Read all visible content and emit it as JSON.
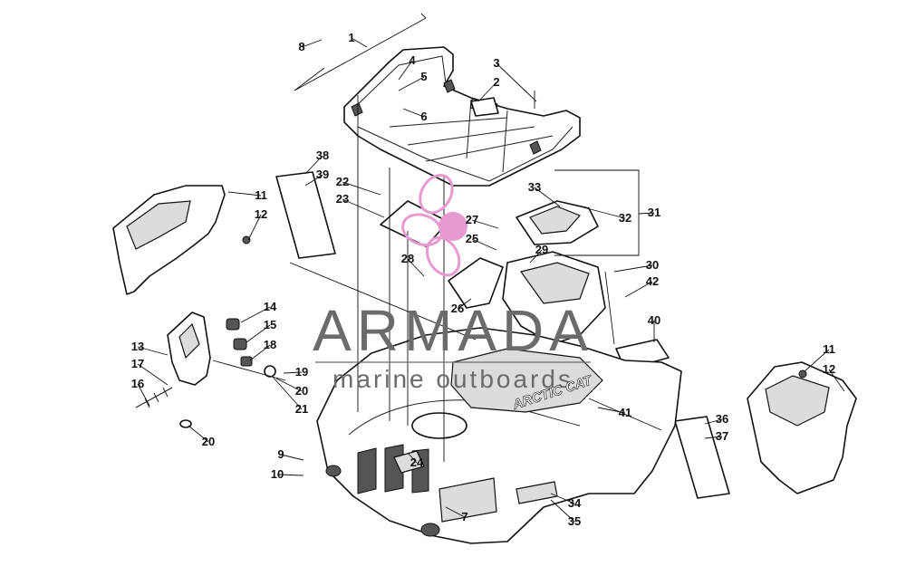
{
  "callouts": [
    {
      "n": "1"
    },
    {
      "n": "2"
    },
    {
      "n": "3"
    },
    {
      "n": "4"
    },
    {
      "n": "5"
    },
    {
      "n": "6"
    },
    {
      "n": "7"
    },
    {
      "n": "8"
    },
    {
      "n": "9"
    },
    {
      "n": "10"
    },
    {
      "n": "11"
    },
    {
      "n": "12"
    },
    {
      "n": "13"
    },
    {
      "n": "14"
    },
    {
      "n": "15"
    },
    {
      "n": "16"
    },
    {
      "n": "17"
    },
    {
      "n": "18"
    },
    {
      "n": "19"
    },
    {
      "n": "20"
    },
    {
      "n": "21"
    },
    {
      "n": "22"
    },
    {
      "n": "23"
    },
    {
      "n": "24"
    },
    {
      "n": "25"
    },
    {
      "n": "26"
    },
    {
      "n": "27"
    },
    {
      "n": "28"
    },
    {
      "n": "29"
    },
    {
      "n": "30"
    },
    {
      "n": "31"
    },
    {
      "n": "32"
    },
    {
      "n": "33"
    },
    {
      "n": "34"
    },
    {
      "n": "35"
    },
    {
      "n": "36"
    },
    {
      "n": "37"
    },
    {
      "n": "38"
    },
    {
      "n": "39"
    },
    {
      "n": "40"
    },
    {
      "n": "41"
    },
    {
      "n": "42"
    },
    {
      "n": "11"
    },
    {
      "n": "12"
    },
    {
      "n": "20"
    }
  ],
  "fender_decal": "ARCTIC CAT",
  "watermark": {
    "brand": "ARMADA",
    "tagline": "marine outboards",
    "logo_icon": "propeller-logo-icon",
    "brand_color": "#6b6b6b",
    "logo_color": "#e79ad0"
  }
}
